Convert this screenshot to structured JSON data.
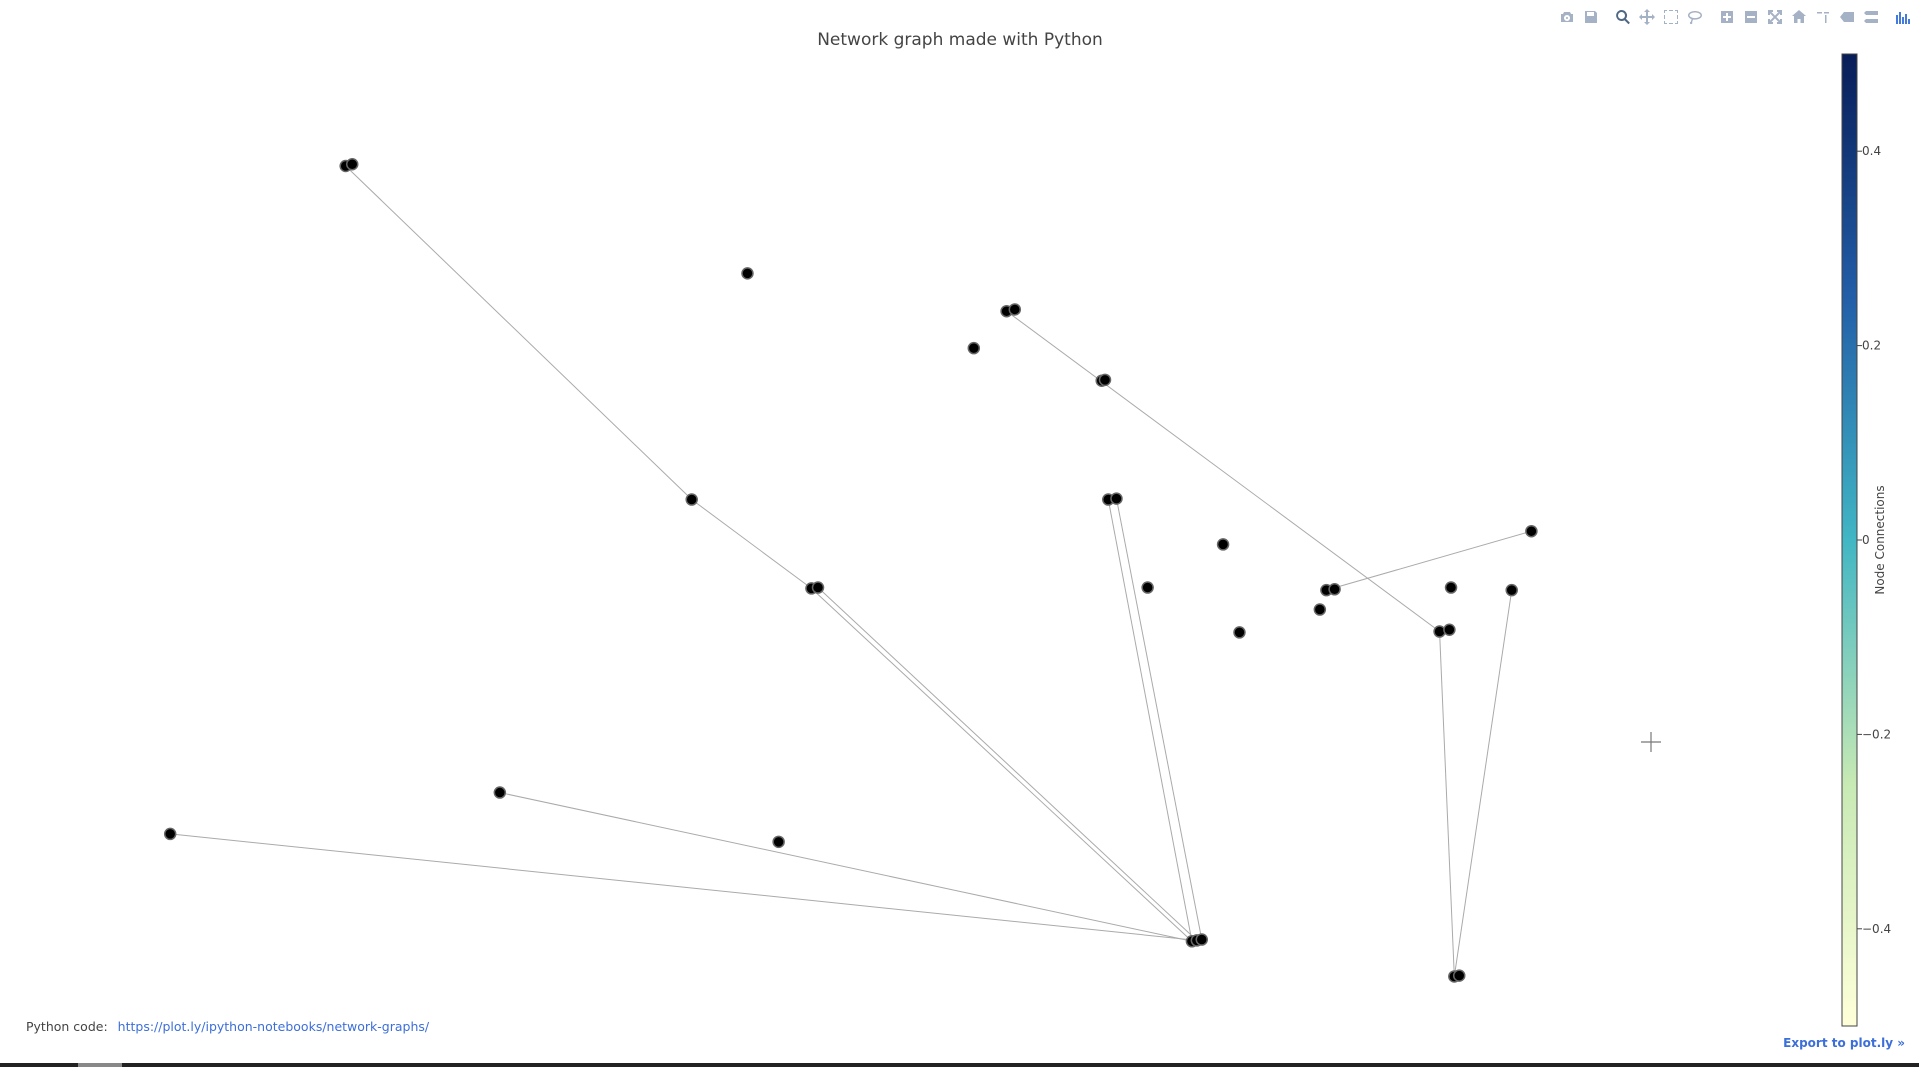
{
  "chart_data": {
    "type": "scatter",
    "title": "Network graph made with Python",
    "xlabel": "",
    "ylabel": "",
    "xlim": [
      0,
      1
    ],
    "ylim": [
      0,
      1
    ],
    "grid": false,
    "nodes": [
      {
        "x": 0.162,
        "y": 0.925
      },
      {
        "x": 0.166,
        "y": 0.927
      },
      {
        "x": 0.407,
        "y": 0.803
      },
      {
        "x": 0.565,
        "y": 0.76
      },
      {
        "x": 0.57,
        "y": 0.762
      },
      {
        "x": 0.545,
        "y": 0.718
      },
      {
        "x": 0.623,
        "y": 0.681
      },
      {
        "x": 0.625,
        "y": 0.682
      },
      {
        "x": 0.373,
        "y": 0.546
      },
      {
        "x": 0.627,
        "y": 0.546
      },
      {
        "x": 0.632,
        "y": 0.547
      },
      {
        "x": 0.697,
        "y": 0.495
      },
      {
        "x": 0.885,
        "y": 0.51
      },
      {
        "x": 0.446,
        "y": 0.445
      },
      {
        "x": 0.45,
        "y": 0.446
      },
      {
        "x": 0.651,
        "y": 0.446
      },
      {
        "x": 0.76,
        "y": 0.443
      },
      {
        "x": 0.765,
        "y": 0.444
      },
      {
        "x": 0.836,
        "y": 0.446
      },
      {
        "x": 0.873,
        "y": 0.443
      },
      {
        "x": 0.756,
        "y": 0.421
      },
      {
        "x": 0.707,
        "y": 0.395
      },
      {
        "x": 0.829,
        "y": 0.396
      },
      {
        "x": 0.835,
        "y": 0.398
      },
      {
        "x": 0.256,
        "y": 0.213
      },
      {
        "x": 0.055,
        "y": 0.166
      },
      {
        "x": 0.426,
        "y": 0.157
      },
      {
        "x": 0.678,
        "y": 0.044
      },
      {
        "x": 0.681,
        "y": 0.045
      },
      {
        "x": 0.684,
        "y": 0.046
      },
      {
        "x": 0.838,
        "y": 0.004
      },
      {
        "x": 0.841,
        "y": 0.005
      }
    ],
    "edges": [
      [
        0,
        8
      ],
      [
        8,
        13
      ],
      [
        14,
        28
      ],
      [
        13,
        27
      ],
      [
        3,
        22
      ],
      [
        16,
        12
      ],
      [
        24,
        27
      ],
      [
        25,
        28
      ],
      [
        9,
        27
      ],
      [
        10,
        29
      ],
      [
        22,
        30
      ],
      [
        30,
        19
      ]
    ],
    "colorbar": {
      "title": "Node Connections",
      "range": [
        -0.5,
        0.5
      ],
      "ticks": [
        "0.4",
        "0.2",
        "0",
        "−0.2",
        "−0.4"
      ],
      "tick_values": [
        0.4,
        0.2,
        0,
        -0.2,
        -0.4
      ],
      "colorscale": [
        "#ffffd9",
        "#c7e9b4",
        "#41b6c4",
        "#225ea8",
        "#081d58"
      ]
    },
    "node_color": "#000000",
    "edge_color": "#aaaaaa"
  },
  "annotation": {
    "prefix": "Python code:",
    "link_text": "https://plot.ly/ipython-notebooks/network-graphs/"
  },
  "export_label": "Export to plot.ly »",
  "modebar": {
    "groups": [
      [
        "camera-icon",
        "save-icon"
      ],
      [
        "zoom-icon",
        "pan-icon",
        "box-select-icon",
        "lasso-select-icon"
      ],
      [
        "zoom-in-icon",
        "zoom-out-icon",
        "autoscale-icon",
        "reset-axes-icon",
        "toggle-spike-lines-icon",
        "hover-closest-icon",
        "hover-compare-icon"
      ],
      [
        "plotly-logo-icon"
      ]
    ]
  }
}
